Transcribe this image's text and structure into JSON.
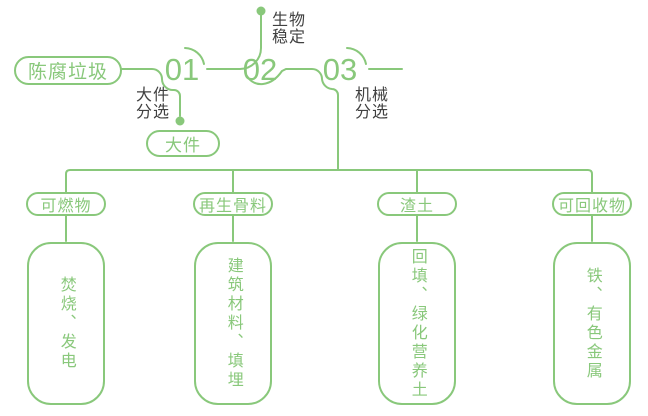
{
  "colors": {
    "green": "#89C87B",
    "label_dark": "#404040",
    "background": "#FFFFFF"
  },
  "flow": {
    "source_label": "陈腐垃圾",
    "steps": [
      {
        "number": "01",
        "branch_label": "大件\n分选",
        "output_label": "大件"
      },
      {
        "number": "02",
        "branch_label": "生物\n稳定"
      },
      {
        "number": "03",
        "branch_label": "机械\n分选"
      }
    ]
  },
  "branches": [
    {
      "category": "可燃物",
      "detail": "焚烧、发电"
    },
    {
      "category": "再生骨料",
      "detail": "建筑材料、填埋"
    },
    {
      "category": "渣土",
      "detail": "回填、绿化营养土"
    },
    {
      "category": "可回收物",
      "detail": "铁、有色金属"
    }
  ]
}
